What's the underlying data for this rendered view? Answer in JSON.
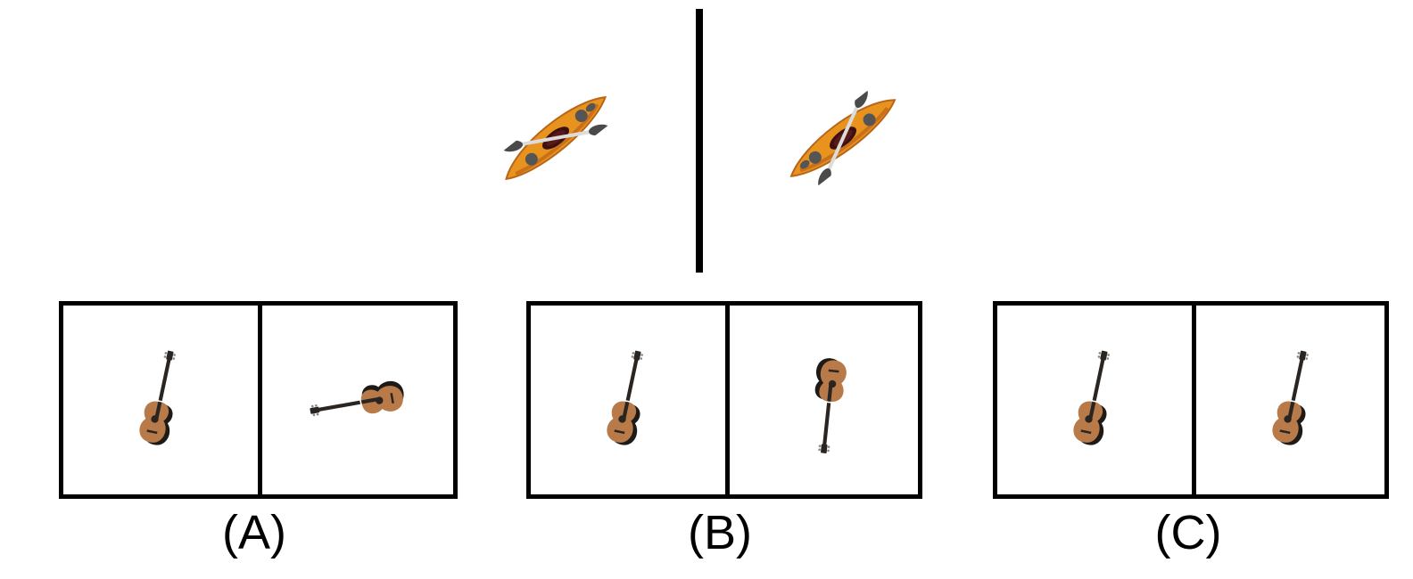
{
  "top_pair": {
    "left_object": "kayak-icon",
    "right_object": "kayak-icon"
  },
  "options": [
    {
      "label": "(A)",
      "left_object": "guitar-icon",
      "right_object": "guitar-icon"
    },
    {
      "label": "(B)",
      "left_object": "guitar-icon",
      "right_object": "guitar-icon"
    },
    {
      "label": "(C)",
      "left_object": "guitar-icon",
      "right_object": "guitar-icon"
    }
  ],
  "colors": {
    "kayak_hull": "#e8931e",
    "kayak_hull_dark": "#c8701a",
    "paddle_blade": "#4a4a4a",
    "guitar_body": "#b87a48",
    "guitar_neck": "#2a2520",
    "frame": "#000000"
  }
}
